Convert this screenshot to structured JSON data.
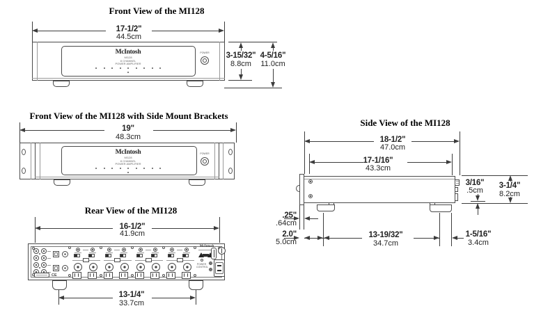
{
  "front_view": {
    "title": "Front View of the MI128",
    "dims": {
      "width_in": "17-1/2\"",
      "width_cm": "44.5cm",
      "panel_height_in": "3-15/32\"",
      "panel_height_cm": "8.8cm",
      "total_height_in": "4-5/16\"",
      "total_height_cm": "11.0cm"
    }
  },
  "bracket_view": {
    "title": "Front View of the MI128 with Side Mount Brackets",
    "dims": {
      "width_in": "19\"",
      "width_cm": "48.3cm"
    }
  },
  "rear_view": {
    "title": "Rear View of the MI128",
    "dims": {
      "width_in": "16-1/2\"",
      "width_cm": "41.9cm",
      "feet_span_in": "13-1/4\"",
      "feet_span_cm": "33.7cm"
    },
    "channel_sections": 4,
    "labels": {
      "brand": "McIntosh",
      "ce": "CE",
      "power_control": "POWER CONTROL"
    }
  },
  "side_view": {
    "title": "Side View of the MI128",
    "dims": {
      "total_depth_in": "18-1/2\"",
      "total_depth_cm": "47.0cm",
      "chassis_depth_in": "17-1/16\"",
      "chassis_depth_cm": "43.3cm",
      "bottom_clearance_in": "3/16\"",
      "bottom_clearance_cm": ".5cm",
      "chassis_height_in": "3-1/4\"",
      "chassis_height_cm": "8.2cm",
      "front_panel_offset_in": ".25\"",
      "front_panel_offset_cm": ".64cm",
      "front_foot_offset_in": "2.0\"",
      "front_foot_offset_cm": "5.0cm",
      "foot_span_in": "13-19/32\"",
      "foot_span_cm": "34.7cm",
      "rear_foot_offset_in": "1-5/16\"",
      "rear_foot_offset_cm": "3.4cm"
    }
  },
  "panel": {
    "brand": "McIntosh",
    "model": "MI128",
    "channels": "8 CHANNEL",
    "product": "POWER AMPLIFIER",
    "power_label": "POWER",
    "led_count": 9
  }
}
